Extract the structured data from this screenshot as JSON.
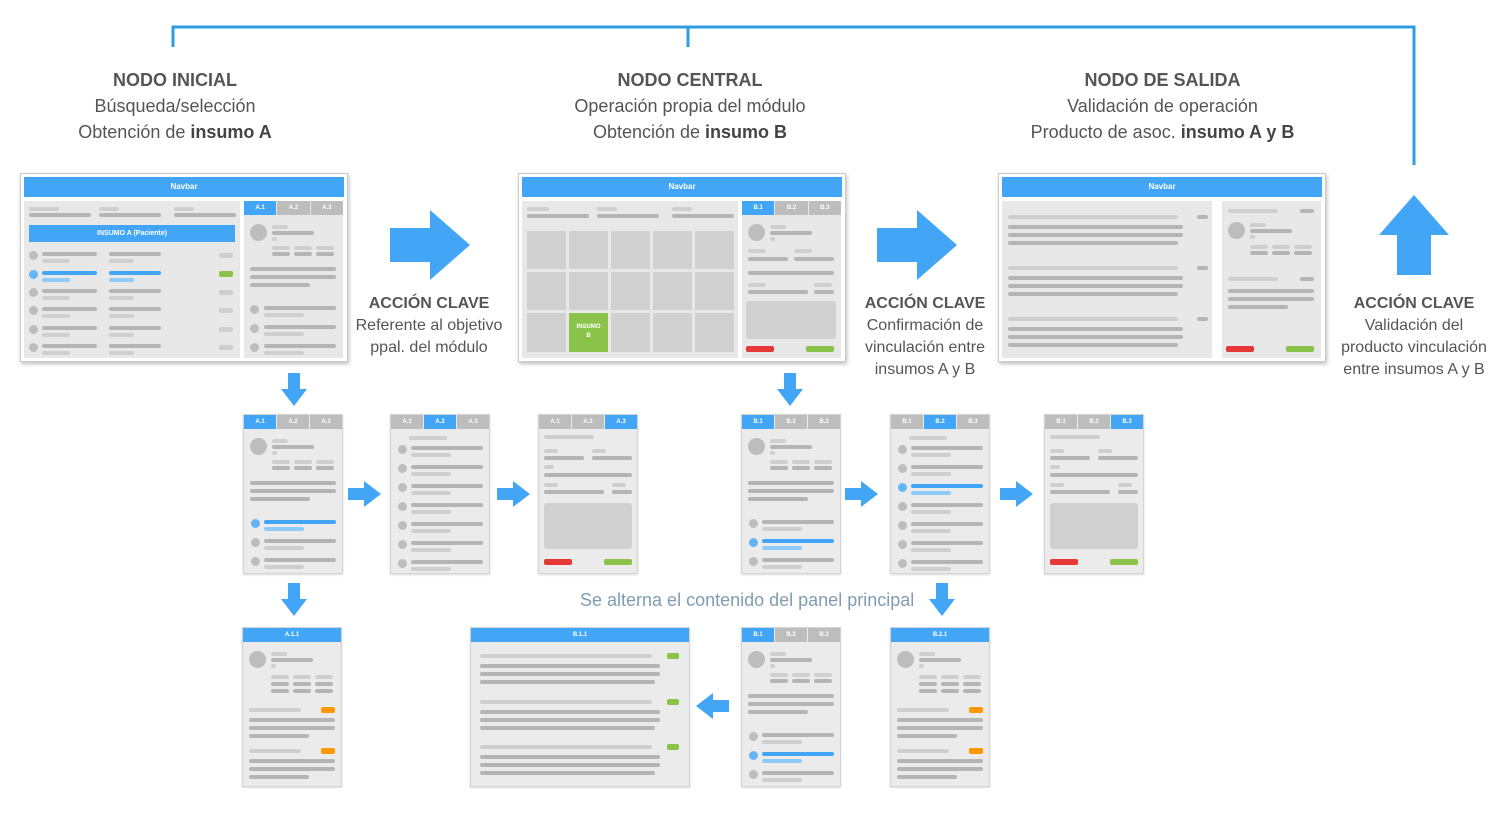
{
  "nodes": [
    {
      "title": "NODO INICIAL",
      "line1": "Búsqueda/selección",
      "line2_pre": "Obtención de ",
      "line2_bold": "insumo A"
    },
    {
      "title": "NODO CENTRAL",
      "line1": "Operación propia del módulo",
      "line2_pre": "Obtención de ",
      "line2_bold": "insumo B"
    },
    {
      "title": "NODO DE SALIDA",
      "line1": "Validación de operación",
      "line2_pre": "Producto de asoc. ",
      "line2_bold": "insumo A y B"
    }
  ],
  "actions": [
    {
      "title": "ACCIÓN CLAVE",
      "lines": [
        "Referente al objetivo",
        "ppal. del módulo"
      ]
    },
    {
      "title": "ACCIÓN CLAVE",
      "lines": [
        "Confirmación de",
        "vinculación entre",
        "insumos A y B"
      ]
    },
    {
      "title": "ACCIÓN CLAVE",
      "lines": [
        "Validación del",
        "producto vinculación",
        "entre insumos A y B"
      ]
    }
  ],
  "note": "Se alterna el contenido del panel principal",
  "mockup": {
    "navbar": "Navbar",
    "insumo_a_bar": "INSUMO A (Paciente)",
    "insumo_b_cell": "INSUMO B",
    "tabs_a": [
      "A.1",
      "A.2",
      "A.3"
    ],
    "tabs_b": [
      "B.1",
      "B.2",
      "B.3"
    ],
    "detail_a11": "A.1.1",
    "detail_b11": "B.1.1",
    "detail_b21": "B.2.1"
  },
  "colors": {
    "accent": "#42a5f5",
    "arrow": "#42a5f5",
    "connector": "#2f9be0",
    "green": "#8bc34a",
    "red": "#e53935",
    "orange": "#ff9800"
  }
}
